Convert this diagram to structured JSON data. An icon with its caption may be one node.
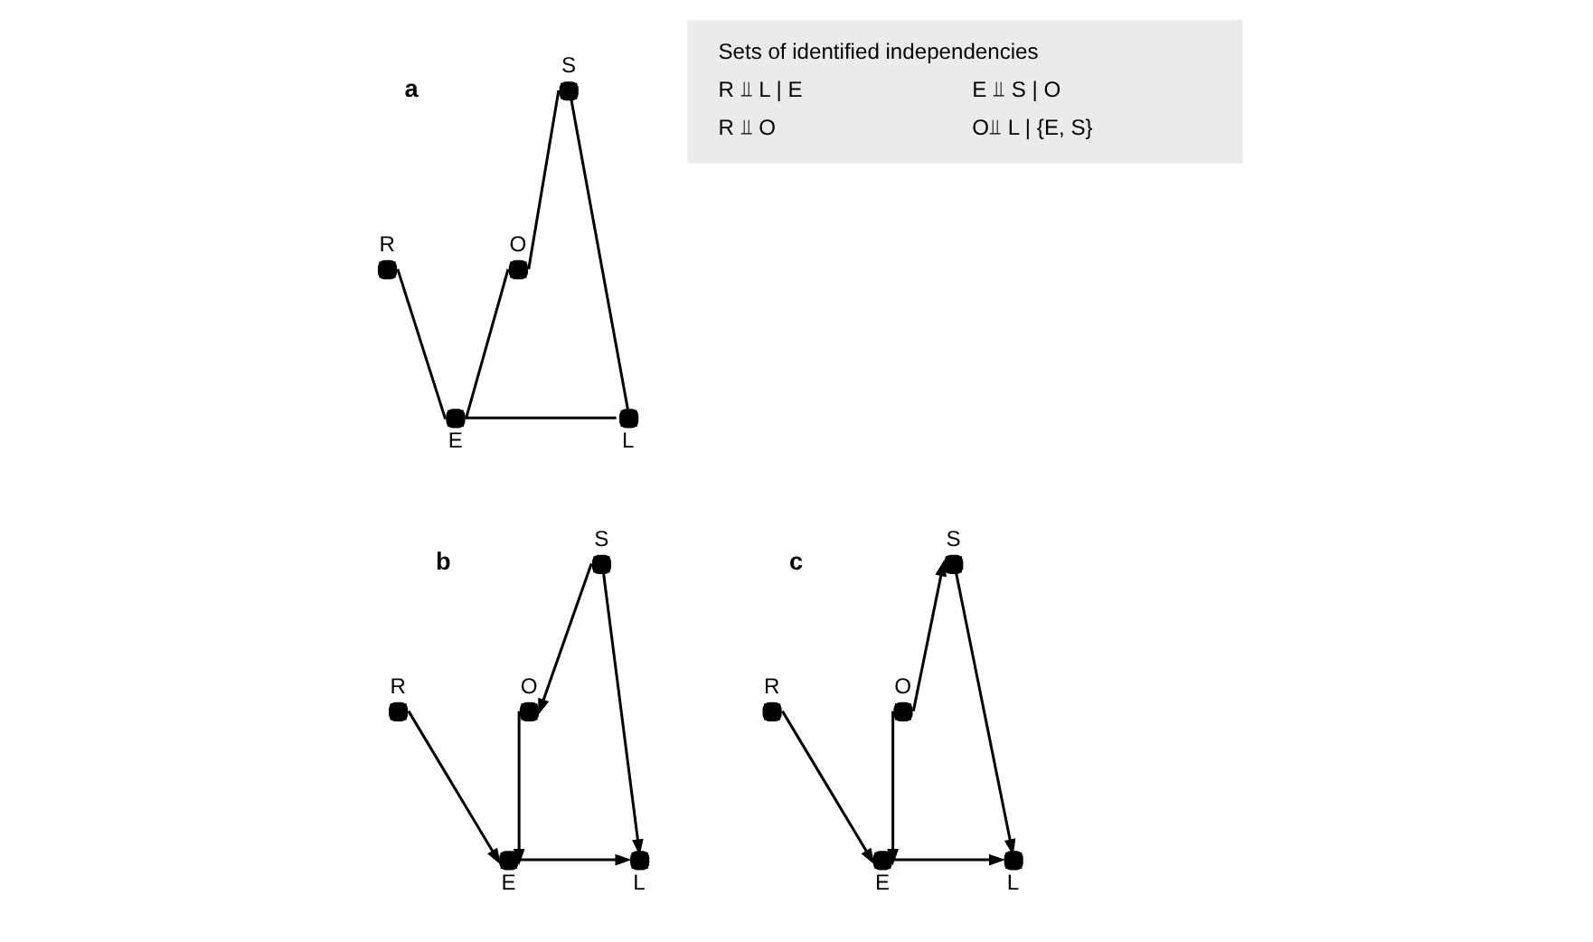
{
  "diagram": {
    "nodes": [
      {
        "text": [],
        "shape": "circle",
        "beside": [
          "R"
        ]
      },
      {
        "text": [],
        "shape": "circle",
        "beside": [
          "O"
        ]
      },
      {
        "text": [],
        "shape": "circle",
        "beside": [
          "S"
        ]
      },
      {
        "text": [],
        "shape": "circle",
        "beside": [
          "E"
        ]
      },
      {
        "text": [],
        "shape": "circle",
        "beside": [
          "L"
        ]
      },
      {
        "text": [
          "Sets of identified independencies",
          "R ⫫ L | E",
          "E ⫫ S | O",
          "R ⫫ O",
          "O⫫ L | {E, S}"
        ]
      },
      {
        "text": [],
        "shape": "circle",
        "beside": [
          "R"
        ]
      },
      {
        "text": [],
        "shape": "circle",
        "beside": [
          "O"
        ]
      },
      {
        "text": [],
        "shape": "circle",
        "beside": [
          "S"
        ]
      },
      {
        "text": [],
        "shape": "circle",
        "beside": [
          "E"
        ]
      },
      {
        "text": [],
        "shape": "circle",
        "beside": [
          "L"
        ]
      },
      {
        "text": [],
        "shape": "circle",
        "beside": [
          "R"
        ]
      },
      {
        "text": [],
        "shape": "circle",
        "beside": [
          "O"
        ]
      },
      {
        "text": [],
        "shape": "circle",
        "beside": [
          "S"
        ]
      },
      {
        "text": [],
        "shape": "circle",
        "beside": [
          "E"
        ]
      },
      {
        "text": [],
        "shape": "circle",
        "beside": [
          "L"
        ]
      }
    ],
    "edges": [
      {
        "from": 0,
        "to": 3,
        "arrow": "none"
      },
      {
        "from": 3,
        "to": 1,
        "arrow": "none"
      },
      {
        "from": 1,
        "to": 2,
        "arrow": "none"
      },
      {
        "from": 2,
        "to": 4,
        "arrow": "none"
      },
      {
        "from": 3,
        "to": 4,
        "arrow": "none"
      },
      {
        "from": 6,
        "to": 9,
        "arrow": "to"
      },
      {
        "from": 8,
        "to": 7,
        "arrow": "to"
      },
      {
        "from": 7,
        "to": 9,
        "arrow": "to"
      },
      {
        "from": 8,
        "to": 10,
        "arrow": "to"
      },
      {
        "from": 9,
        "to": 10,
        "arrow": "to"
      },
      {
        "from": 11,
        "to": 14,
        "arrow": "to"
      },
      {
        "from": 12,
        "to": 13,
        "arrow": "to"
      },
      {
        "from": 12,
        "to": 14,
        "arrow": "to"
      },
      {
        "from": 13,
        "to": 15,
        "arrow": "to"
      },
      {
        "from": 14,
        "to": 15,
        "arrow": "to"
      }
    ],
    "labels": [
      "a",
      "b",
      "c"
    ]
  }
}
